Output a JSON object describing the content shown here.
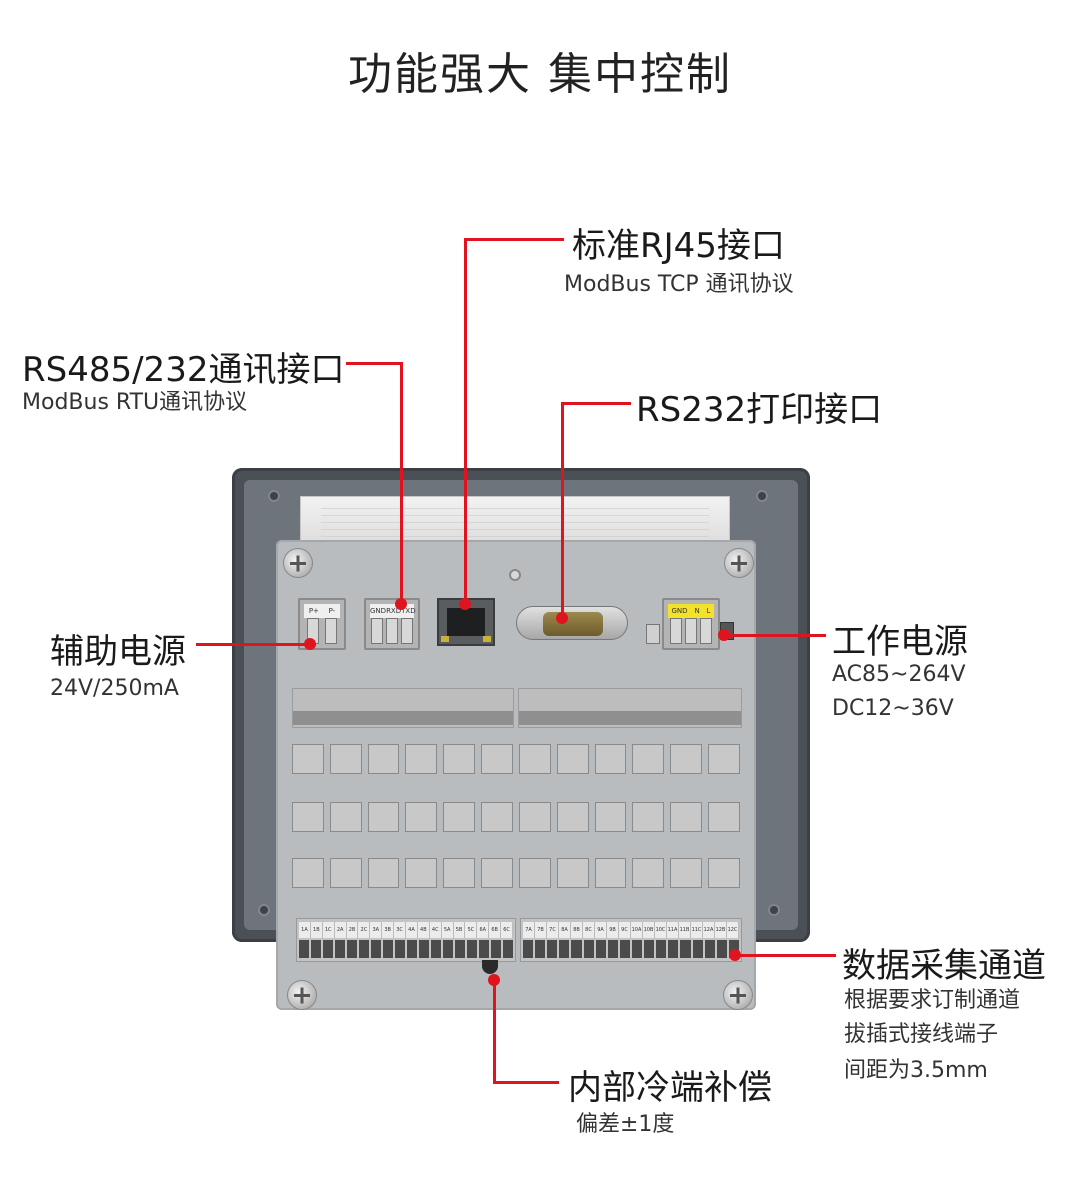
{
  "title": "功能强大  集中控制",
  "labels": {
    "rj45": {
      "title": "标准RJ45接口",
      "sub": "ModBus TCP 通讯协议"
    },
    "rs485": {
      "title": "RS485/232通讯接口",
      "sub": "ModBus RTU通讯协议"
    },
    "rs232": {
      "title": "RS232打印接口"
    },
    "aux_power": {
      "title": "辅助电源",
      "sub": "24V/250mA"
    },
    "work_power": {
      "title": "工作电源",
      "lines": [
        "AC85~264V",
        "DC12~36V"
      ]
    },
    "data_acq": {
      "title": "数据采集通道",
      "lines": [
        "根据要求订制通道",
        "拔插式接线端子",
        "间距为3.5mm"
      ]
    },
    "cold_junction": {
      "title": "内部冷端补偿",
      "sub": "偏差±1度"
    }
  },
  "device": {
    "aux_pins": [
      "P+",
      "P-"
    ],
    "comm_pins": [
      "GND",
      "RXD",
      "TXD"
    ],
    "power_pins": [
      "GND",
      "N",
      "L"
    ],
    "bottom_left": [
      "1A",
      "1B",
      "1C",
      "2A",
      "2B",
      "2C",
      "3A",
      "3B",
      "3C",
      "4A",
      "4B",
      "4C",
      "5A",
      "5B",
      "5C",
      "6A",
      "6B",
      "6C"
    ],
    "bottom_right": [
      "7A",
      "7B",
      "7C",
      "8A",
      "8B",
      "8C",
      "9A",
      "9B",
      "9C",
      "10A",
      "10B",
      "10C",
      "11A",
      "11B",
      "11C",
      "12A",
      "12B",
      "12C"
    ]
  },
  "colors": {
    "accent": "#e0141e"
  }
}
